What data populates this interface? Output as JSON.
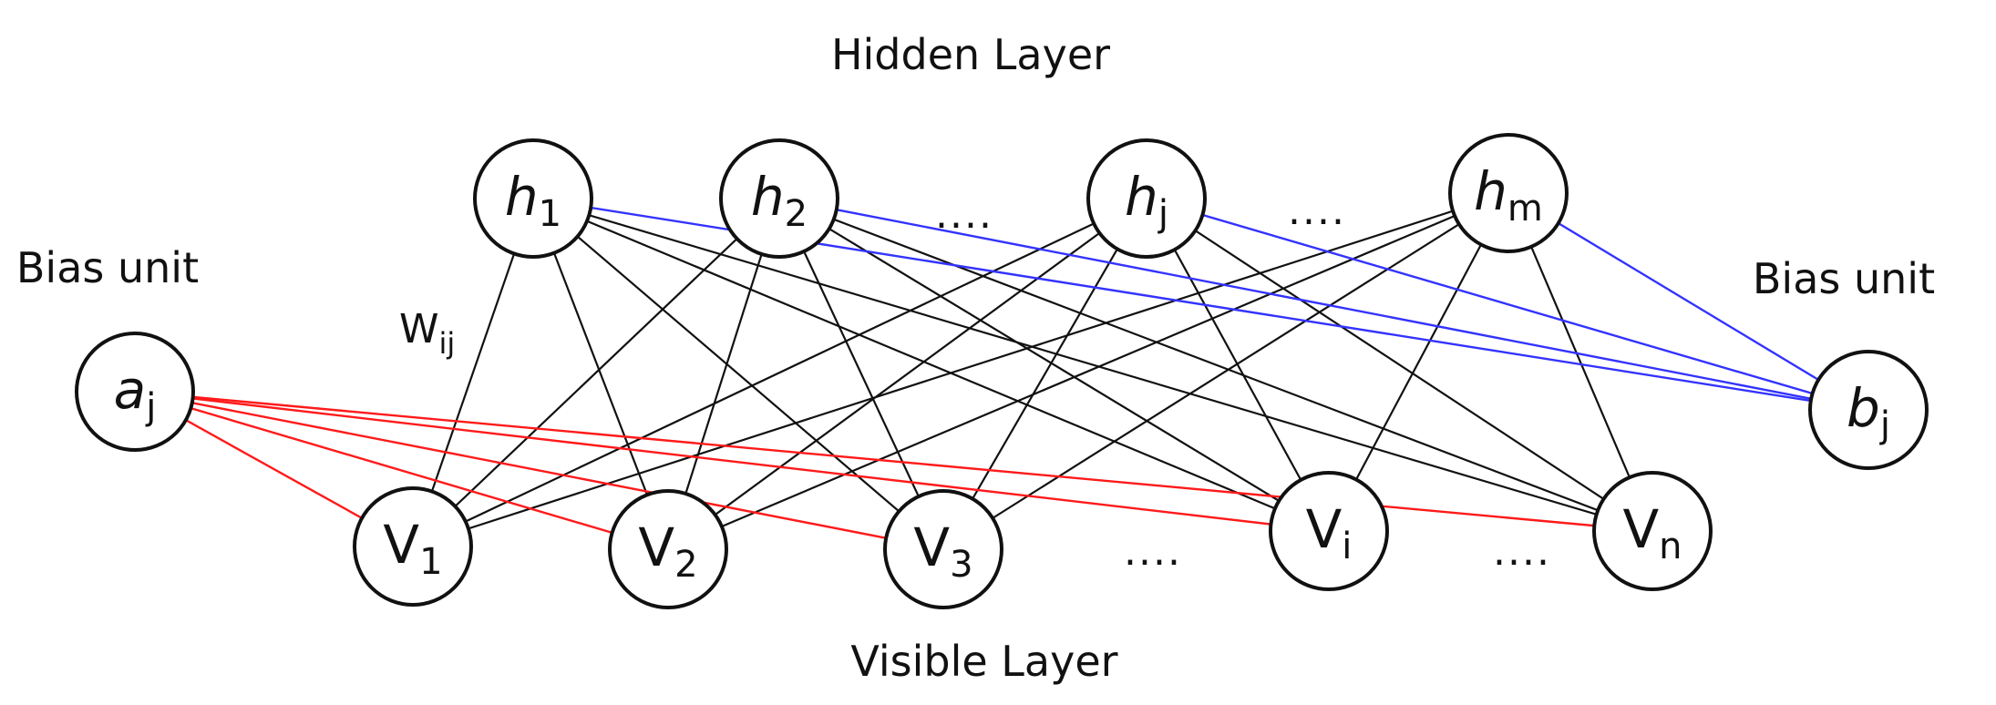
{
  "labels": {
    "hidden_layer": "Hidden Layer",
    "visible_layer": "Visible Layer",
    "bias_left": "Bias unit",
    "bias_right": "Bias unit"
  },
  "weight": {
    "base": "W",
    "sub": "ij"
  },
  "ellipses": {
    "hidden_1": "....",
    "hidden_2": "....",
    "visible_1": "....",
    "visible_2": "...."
  },
  "nodes": {
    "hidden": [
      {
        "id": "h1",
        "base": "h",
        "sub": "1"
      },
      {
        "id": "h2",
        "base": "h",
        "sub": "2"
      },
      {
        "id": "hj",
        "base": "h",
        "sub": "j"
      },
      {
        "id": "hm",
        "base": "h",
        "sub": "m"
      }
    ],
    "visible": [
      {
        "id": "v1",
        "base": "V",
        "sub": "1"
      },
      {
        "id": "v2",
        "base": "V",
        "sub": "2"
      },
      {
        "id": "v3",
        "base": "V",
        "sub": "3"
      },
      {
        "id": "vi",
        "base": "V",
        "sub": "i"
      },
      {
        "id": "vn",
        "base": "V",
        "sub": "n"
      }
    ],
    "bias_a": {
      "id": "a",
      "base": "a",
      "sub": "j"
    },
    "bias_b": {
      "id": "b",
      "base": "b",
      "sub": "j"
    }
  },
  "connections": {
    "hidden_visible": "all",
    "bias_a_to_visible": "all",
    "bias_b_to_hidden": "all"
  },
  "colors": {
    "node_stroke": "#111111",
    "hidden_visible_edge": "#111111",
    "visible_bias_edge": "#ff1a1a",
    "hidden_bias_edge": "#3333ff"
  }
}
